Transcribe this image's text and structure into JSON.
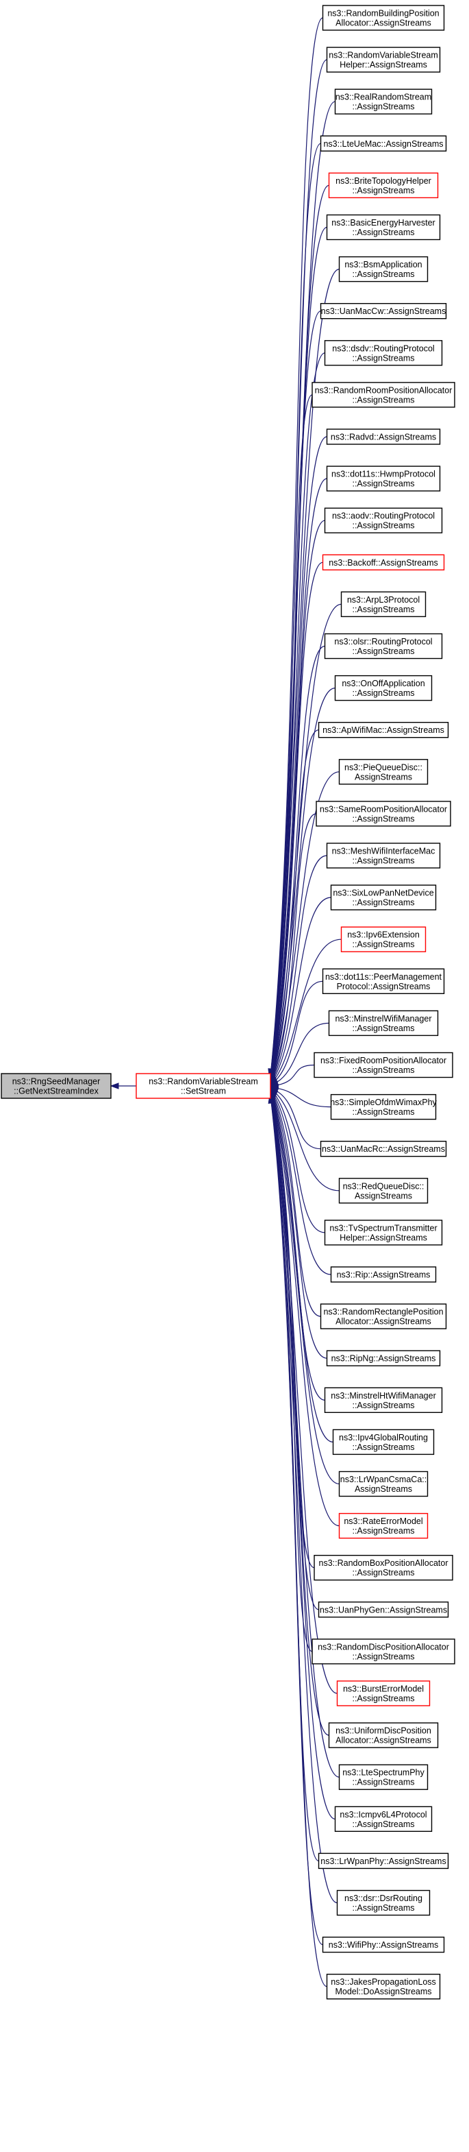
{
  "colors": {
    "edge": "#191970",
    "box_border": "#000000",
    "box_border_red": "#ff0000",
    "root_fill": "#bfbfbf"
  },
  "root": {
    "lines": [
      "ns3::RngSeedManager",
      "::GetNextStreamIndex"
    ]
  },
  "middle": {
    "lines": [
      "ns3::RandomVariableStream",
      "::SetStream"
    ],
    "red": true
  },
  "callers": [
    {
      "lines": [
        "ns3::RandomBuildingPosition",
        "Allocator::AssignStreams"
      ],
      "red": false
    },
    {
      "lines": [
        "ns3::RandomVariableStream",
        "Helper::AssignStreams"
      ],
      "red": false
    },
    {
      "lines": [
        "ns3::RealRandomStream",
        "::AssignStreams"
      ],
      "red": false
    },
    {
      "lines": [
        "ns3::LteUeMac::AssignStreams"
      ],
      "red": false
    },
    {
      "lines": [
        "ns3::BriteTopologyHelper",
        "::AssignStreams"
      ],
      "red": true
    },
    {
      "lines": [
        "ns3::BasicEnergyHarvester",
        "::AssignStreams"
      ],
      "red": false
    },
    {
      "lines": [
        "ns3::BsmApplication",
        "::AssignStreams"
      ],
      "red": false
    },
    {
      "lines": [
        "ns3::UanMacCw::AssignStreams"
      ],
      "red": false
    },
    {
      "lines": [
        "ns3::dsdv::RoutingProtocol",
        "::AssignStreams"
      ],
      "red": false
    },
    {
      "lines": [
        "ns3::RandomRoomPositionAllocator",
        "::AssignStreams"
      ],
      "red": false
    },
    {
      "lines": [
        "ns3::Radvd::AssignStreams"
      ],
      "red": false
    },
    {
      "lines": [
        "ns3::dot11s::HwmpProtocol",
        "::AssignStreams"
      ],
      "red": false
    },
    {
      "lines": [
        "ns3::aodv::RoutingProtocol",
        "::AssignStreams"
      ],
      "red": false
    },
    {
      "lines": [
        "ns3::Backoff::AssignStreams"
      ],
      "red": true
    },
    {
      "lines": [
        "ns3::ArpL3Protocol",
        "::AssignStreams"
      ],
      "red": false
    },
    {
      "lines": [
        "ns3::olsr::RoutingProtocol",
        "::AssignStreams"
      ],
      "red": false
    },
    {
      "lines": [
        "ns3::OnOffApplication",
        "::AssignStreams"
      ],
      "red": false
    },
    {
      "lines": [
        "ns3::ApWifiMac::AssignStreams"
      ],
      "red": false
    },
    {
      "lines": [
        "ns3::PieQueueDisc::",
        "AssignStreams"
      ],
      "red": false
    },
    {
      "lines": [
        "ns3::SameRoomPositionAllocator",
        "::AssignStreams"
      ],
      "red": false
    },
    {
      "lines": [
        "ns3::MeshWifiInterfaceMac",
        "::AssignStreams"
      ],
      "red": false
    },
    {
      "lines": [
        "ns3::SixLowPanNetDevice",
        "::AssignStreams"
      ],
      "red": false
    },
    {
      "lines": [
        "ns3::Ipv6Extension",
        "::AssignStreams"
      ],
      "red": true
    },
    {
      "lines": [
        "ns3::dot11s::PeerManagement",
        "Protocol::AssignStreams"
      ],
      "red": false
    },
    {
      "lines": [
        "ns3::MinstrelWifiManager",
        "::AssignStreams"
      ],
      "red": false
    },
    {
      "lines": [
        "ns3::FixedRoomPositionAllocator",
        "::AssignStreams"
      ],
      "red": false
    },
    {
      "lines": [
        "ns3::SimpleOfdmWimaxPhy",
        "::AssignStreams"
      ],
      "red": false
    },
    {
      "lines": [
        "ns3::UanMacRc::AssignStreams"
      ],
      "red": false
    },
    {
      "lines": [
        "ns3::RedQueueDisc::",
        "AssignStreams"
      ],
      "red": false
    },
    {
      "lines": [
        "ns3::TvSpectrumTransmitter",
        "Helper::AssignStreams"
      ],
      "red": false
    },
    {
      "lines": [
        "ns3::Rip::AssignStreams"
      ],
      "red": false
    },
    {
      "lines": [
        "ns3::RandomRectanglePosition",
        "Allocator::AssignStreams"
      ],
      "red": false
    },
    {
      "lines": [
        "ns3::RipNg::AssignStreams"
      ],
      "red": false
    },
    {
      "lines": [
        "ns3::MinstrelHtWifiManager",
        "::AssignStreams"
      ],
      "red": false
    },
    {
      "lines": [
        "ns3::Ipv4GlobalRouting",
        "::AssignStreams"
      ],
      "red": false
    },
    {
      "lines": [
        "ns3::LrWpanCsmaCa::",
        "AssignStreams"
      ],
      "red": false
    },
    {
      "lines": [
        "ns3::RateErrorModel",
        "::AssignStreams"
      ],
      "red": true
    },
    {
      "lines": [
        "ns3::RandomBoxPositionAllocator",
        "::AssignStreams"
      ],
      "red": false
    },
    {
      "lines": [
        "ns3::UanPhyGen::AssignStreams"
      ],
      "red": false
    },
    {
      "lines": [
        "ns3::RandomDiscPositionAllocator",
        "::AssignStreams"
      ],
      "red": false
    },
    {
      "lines": [
        "ns3::BurstErrorModel",
        "::AssignStreams"
      ],
      "red": true
    },
    {
      "lines": [
        "ns3::UniformDiscPosition",
        "Allocator::AssignStreams"
      ],
      "red": false
    },
    {
      "lines": [
        "ns3::LteSpectrumPhy",
        "::AssignStreams"
      ],
      "red": false
    },
    {
      "lines": [
        "ns3::Icmpv6L4Protocol",
        "::AssignStreams"
      ],
      "red": false
    },
    {
      "lines": [
        "ns3::LrWpanPhy::AssignStreams"
      ],
      "red": false
    },
    {
      "lines": [
        "ns3::dsr::DsrRouting",
        "::AssignStreams"
      ],
      "red": false
    },
    {
      "lines": [
        "ns3::WifiPhy::AssignStreams"
      ],
      "red": false
    },
    {
      "lines": [
        "ns3::JakesPropagationLoss",
        "Model::DoAssignStreams"
      ],
      "red": false
    }
  ]
}
